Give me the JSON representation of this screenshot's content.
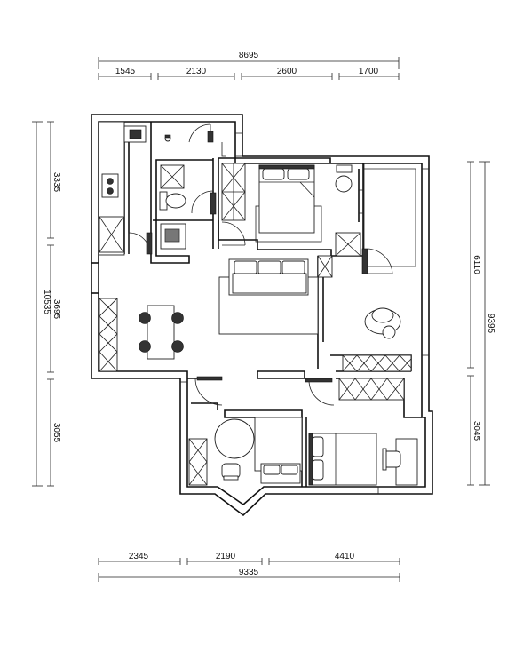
{
  "dimensions": {
    "top_total": "8695",
    "top_segments": [
      "1545",
      "2130",
      "2600",
      "1700"
    ],
    "bottom_segments": [
      "2345",
      "2190",
      "4410"
    ],
    "bottom_total": "9335",
    "left_total": "10535",
    "left_segments": [
      "3335",
      "3695",
      "3055"
    ],
    "right_total": "9395",
    "right_segments": [
      "6110",
      "3045"
    ]
  },
  "colors": {
    "line": "#111111",
    "fixture_fill": "#777777",
    "background": "#ffffff"
  }
}
